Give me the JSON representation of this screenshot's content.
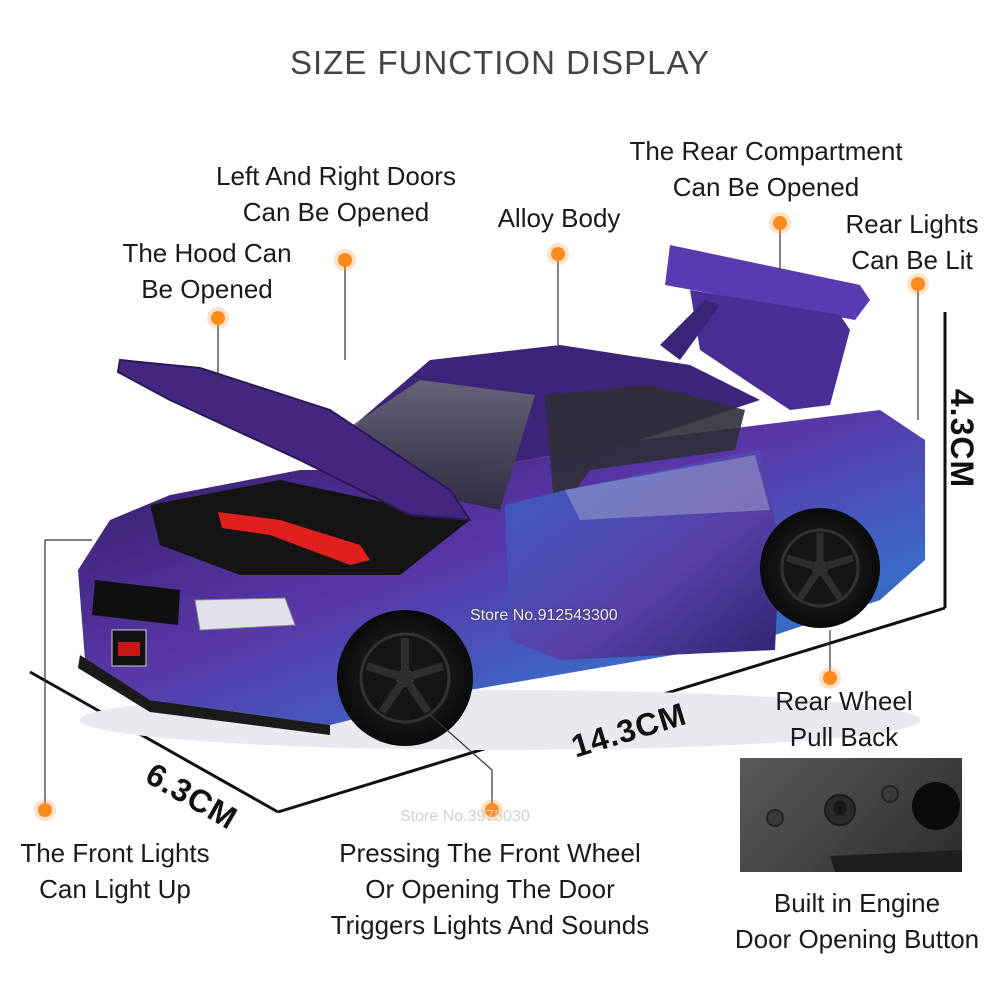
{
  "title": "SIZE FUNCTION DISPLAY",
  "features": {
    "doors": [
      "Left And Right Doors",
      "Can Be Opened"
    ],
    "rear_compartment": [
      "The Rear Compartment",
      "Can Be Opened"
    ],
    "alloy_body": [
      "Alloy Body"
    ],
    "rear_lights": [
      "Rear Lights",
      "Can Be Lit"
    ],
    "hood": [
      "The Hood Can",
      "Be Opened"
    ],
    "front_lights": [
      "The Front Lights",
      "Can Light Up"
    ],
    "front_wheel": [
      "Pressing The Front Wheel",
      "Or Opening The Door",
      "Triggers Lights And Sounds"
    ],
    "rear_wheel": [
      "Rear Wheel",
      "Pull Back"
    ],
    "engine_button": [
      "Built in Engine",
      "Door Opening Button"
    ]
  },
  "dimensions": {
    "length": "14.3CM",
    "width": "6.3CM",
    "height": "4.3CM"
  },
  "watermarks": {
    "store_1": "Store No.912543300",
    "store_2": "Store No.3975030"
  },
  "colors": {
    "accent_dot": "#ff8a1e",
    "car_body": "#4b2a8c",
    "brake_caliper": "#e0201f"
  },
  "icons": {
    "car": "sports-car-image",
    "engine_button": "engine-button-photo"
  }
}
